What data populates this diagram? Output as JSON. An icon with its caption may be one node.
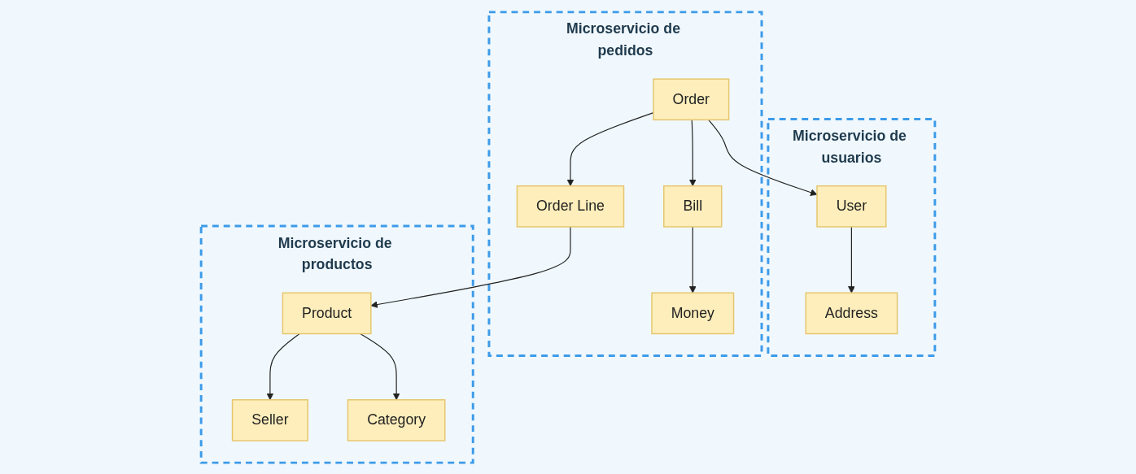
{
  "diagram": {
    "nodes": [
      {
        "text": [
          "Microservicio de usuarios"
        ]
      },
      {
        "text": [
          "User"
        ],
        "in": 0
      },
      {
        "text": [
          "Address"
        ],
        "in": 0
      },
      {
        "text": [
          "Microservicio de pedidos"
        ]
      },
      {
        "text": [
          "Order"
        ],
        "in": 3
      },
      {
        "text": [
          "Bill"
        ],
        "in": 3
      },
      {
        "text": [
          "Order Line"
        ],
        "in": 3
      },
      {
        "text": [
          "Money"
        ],
        "in": 3
      },
      {
        "text": [
          "Microservicio de productos"
        ]
      },
      {
        "text": [
          "Product"
        ],
        "in": 8
      },
      {
        "text": [
          "Seller"
        ],
        "in": 8
      },
      {
        "text": [
          "Category"
        ],
        "in": 8
      }
    ],
    "edges": [
      {
        "from": 4,
        "to": 1,
        "arrow": "to"
      },
      {
        "from": 1,
        "to": 2,
        "arrow": "to"
      },
      {
        "from": 4,
        "to": 5,
        "arrow": "to"
      },
      {
        "from": 4,
        "to": 6,
        "arrow": "to"
      },
      {
        "from": 5,
        "to": 7,
        "arrow": "to"
      },
      {
        "from": 6,
        "to": 9,
        "arrow": "to"
      },
      {
        "from": 9,
        "to": 10,
        "arrow": "to"
      },
      {
        "from": 9,
        "to": 11,
        "arrow": "to"
      }
    ]
  }
}
